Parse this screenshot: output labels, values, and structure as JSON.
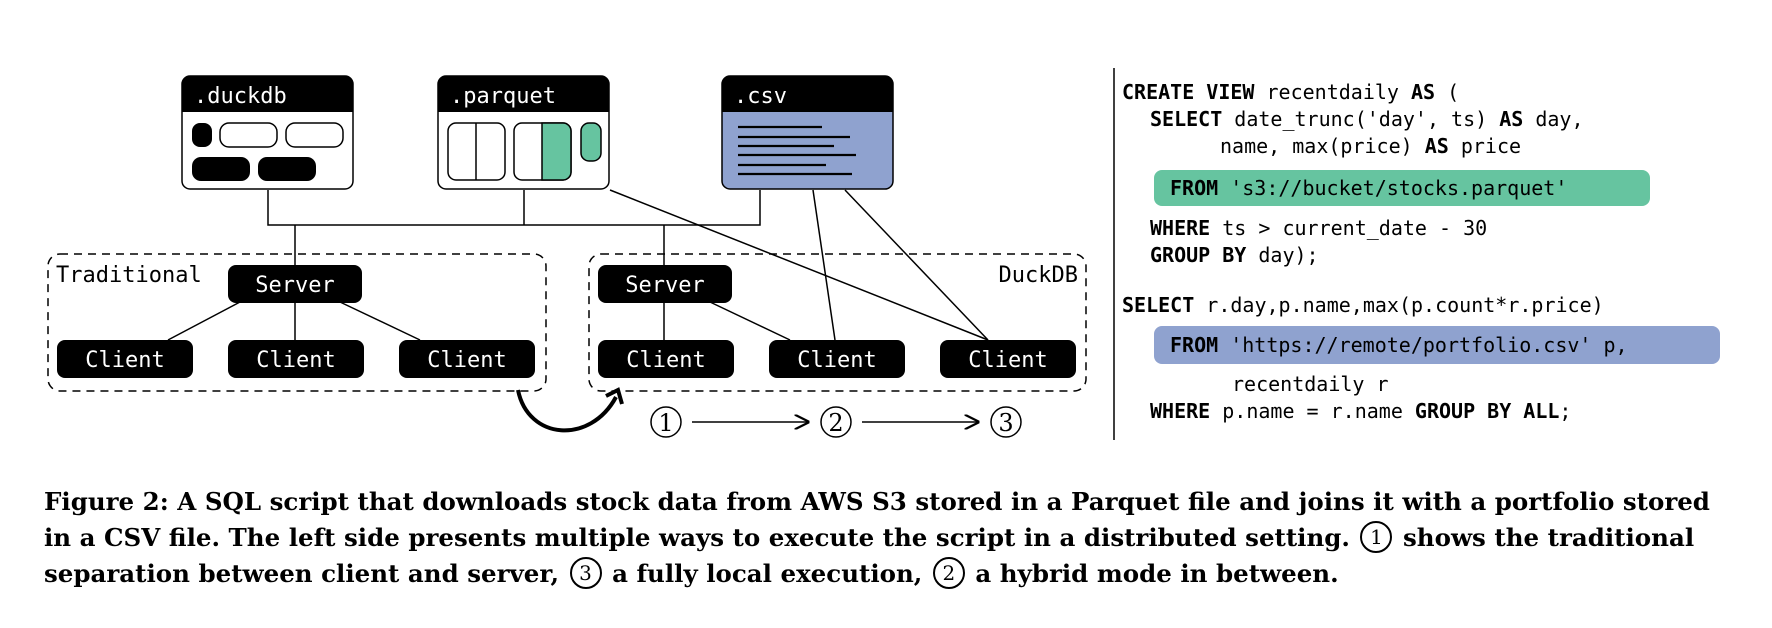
{
  "files": {
    "duckdb": ".duckdb",
    "parquet": ".parquet",
    "csv": ".csv"
  },
  "traditional": {
    "label": "Traditional",
    "server": "Server",
    "clients": [
      "Client",
      "Client",
      "Client"
    ]
  },
  "duckdb_box": {
    "label": "DuckDB",
    "server": "Server",
    "clients": [
      "Client",
      "Client",
      "Client"
    ]
  },
  "steps": [
    "1",
    "2",
    "3"
  ],
  "code": {
    "l1": {
      "k1": "CREATE VIEW",
      "t1": " recentdaily ",
      "k2": "AS",
      "t2": " ("
    },
    "l2": {
      "k1": "SELECT",
      "t1": " date_trunc('day', ts) ",
      "k2": "AS",
      "t2": " day,"
    },
    "l3": {
      "t1": "name, max(price) ",
      "k1": "AS",
      "t2": " price"
    },
    "l4": {
      "k1": "FROM",
      "t1": " 's3://bucket/stocks.parquet'"
    },
    "l5": {
      "k1": "WHERE",
      "t1": " ts > current_date - 30"
    },
    "l6": {
      "k1": "GROUP BY",
      "t1": " day);"
    },
    "l7": {
      "k1": "SELECT",
      "t1": " r.day,p.name,max(p.count*r.price)"
    },
    "l8": {
      "k1": "FROM",
      "t1": " 'https://remote/portfolio.csv' p,"
    },
    "l9": {
      "t1": "recentdaily r"
    },
    "l10": {
      "k1": "WHERE",
      "t1": " p.name = r.name ",
      "k2": "GROUP BY ALL",
      "t2": ";"
    }
  },
  "colors": {
    "parquet_highlight": "#66c4a0",
    "csv_highlight": "#8fa2cf",
    "node_fill": "#000000"
  },
  "caption": {
    "p1": "Figure 2: A SQL script that downloads stock data from AWS S3 stored in a Parquet file and joins it with a portfolio stored in a CSV file. The left side presents multiple ways to execute the script in a distributed setting.",
    "c1": "1",
    "p2": "shows the traditional separation between client and server,",
    "c3": "3",
    "p3": "a fully local execution,",
    "c2": "2",
    "p4": "a hybrid mode in between."
  }
}
